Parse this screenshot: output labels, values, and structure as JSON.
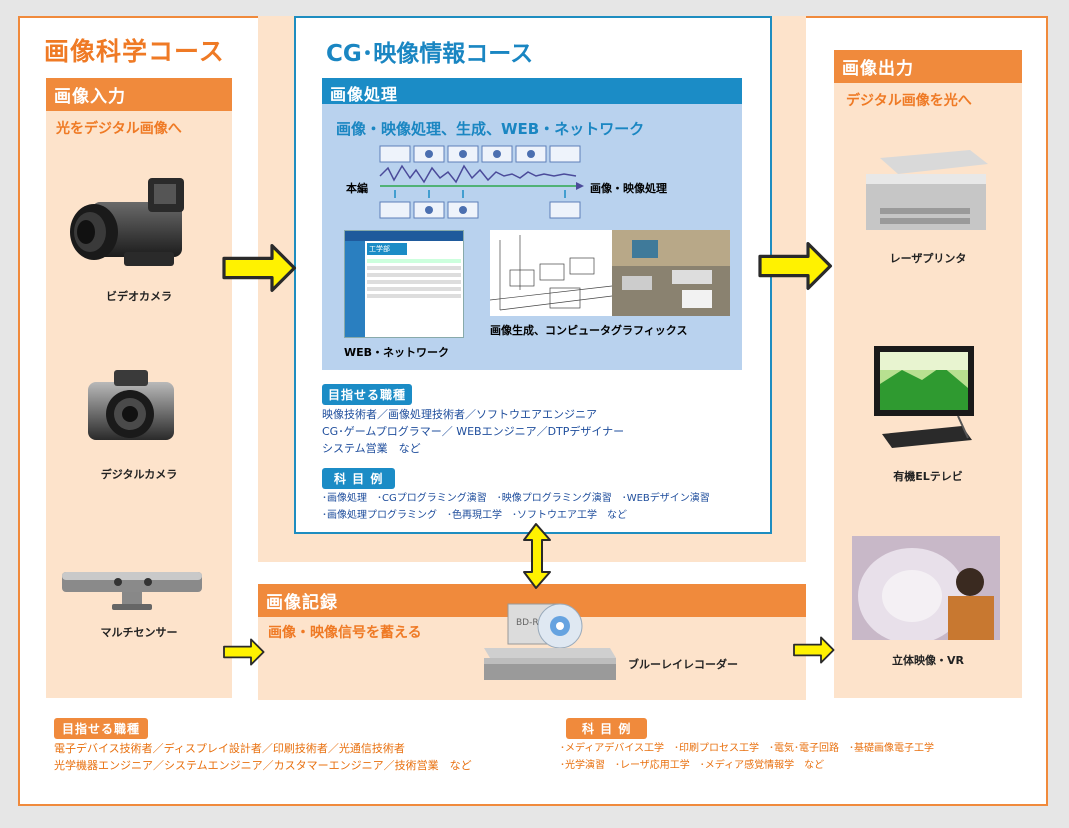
{
  "image_science_course": {
    "title": "画像科学コース",
    "input": {
      "heading": "画像入力",
      "subtitle": "光をデジタル画像へ",
      "devices": [
        "ビデオカメラ",
        "デジタルカメラ",
        "マルチセンサー"
      ]
    },
    "output": {
      "heading": "画像出力",
      "subtitle": "デジタル画像を光へ",
      "devices": [
        "レーザプリンタ",
        "有機ELテレビ",
        "立体映像・VR"
      ]
    },
    "record": {
      "heading": "画像記録",
      "subtitle": "画像・映像信号を蓄える",
      "device": "ブルーレイレコーダー",
      "disc_label": "BD-R"
    },
    "jobs": {
      "tag": "目指せる職種",
      "lines": [
        "電子デバイス技術者／ディスプレイ設計者／印刷技術者／光通信技術者",
        "光学機器エンジニア／システムエンジニア／カスタマーエンジニア／技術営業　など"
      ]
    },
    "subjects": {
      "tag": "科 目 例",
      "lines": [
        "･メディアデバイス工学　･印刷プロセス工学　･電気･電子回路　･基礎画像電子工学",
        "･光学演習　･レーザ応用工学　･メディア感覚情報学　など"
      ]
    }
  },
  "cg_course": {
    "title": "CG･映像情報コース",
    "processing": {
      "heading": "画像処理",
      "subtitle": "画像・映像処理、生成、WEB・ネットワーク",
      "main_label": "本編",
      "proc_label": "画像・映像処理",
      "web_label": "WEB・ネットワーク",
      "cg_label": "画像生成、コンピュータグラフィックス",
      "web_page_title": "工学部"
    },
    "jobs": {
      "tag": "目指せる職種",
      "lines": [
        "映像技術者／画像処理技術者／ソフトウエアエンジニア",
        "CG･ゲームプログラマー／ WEBエンジニア／DTPデザイナー",
        "システム営業　など"
      ]
    },
    "subjects": {
      "tag": "科 目 例",
      "lines": [
        "･画像処理　･CGプログラミング演習　･映像プログラミング演習　･WEBデザイン演習",
        "･画像処理プログラミング　･色再現工学　･ソフトウエア工学　など"
      ]
    }
  },
  "colors": {
    "orange": "#f08a3c",
    "light_orange": "#fde3cb",
    "blue": "#1b8cc6",
    "light_blue": "#b9d2ee",
    "arrow_yellow": "#ffee00"
  }
}
